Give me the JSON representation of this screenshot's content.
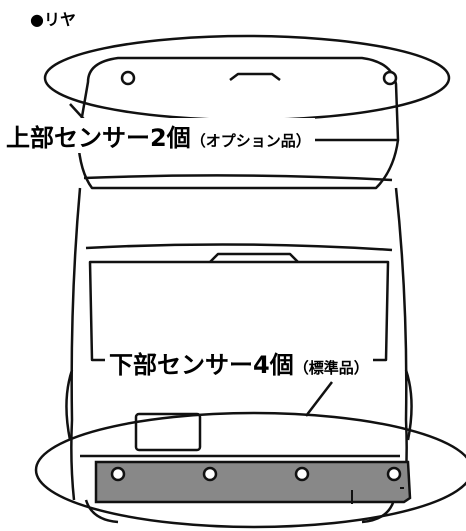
{
  "section": {
    "title": "●リヤ"
  },
  "labels": {
    "upper_main": "上部センサー2個",
    "upper_sub": "（オプション品）",
    "lower_main": "下部センサー4個",
    "lower_sub": "（標準品）"
  },
  "colors": {
    "line": "#111111",
    "bumper": "#888888",
    "background": "#ffffff"
  },
  "sensors": {
    "upper_count": 2,
    "lower_count": 4
  }
}
